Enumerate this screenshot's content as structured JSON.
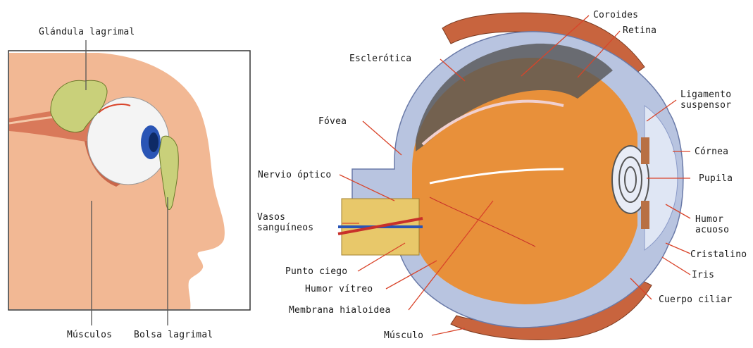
{
  "left_figure": {
    "labels": {
      "glandula": "Glándula lagrimal",
      "musculos": "Músculos",
      "bolsa": "Bolsa lagrimal"
    }
  },
  "right_figure": {
    "labels": {
      "coroides": "Coroides",
      "retina": "Retina",
      "esclerotica": "Esclerótica",
      "ligamento": "Ligamento\nsuspensor",
      "fovea": "Fóvea",
      "cornea": "Córnea",
      "nervio": "Nervio óptico",
      "pupila": "Pupila",
      "vasos": "Vasos\nsanguíneos",
      "humor_acuoso": "Humor\nacuoso",
      "cristalino": "Cristalino",
      "punto_ciego": "Punto ciego",
      "iris": "Iris",
      "humor_vitreo": "Humor vítreo",
      "cuerpo_ciliar": "Cuerpo ciliar",
      "membrana": "Membrana hialoidea",
      "musculo": "Músculo"
    }
  },
  "colors": {
    "leader_red": "#d9442a",
    "skin": "#f2b894",
    "sclera_blue": "#b8c4e0",
    "vitreous": "#e8903a",
    "gland": "#c9d07a"
  }
}
